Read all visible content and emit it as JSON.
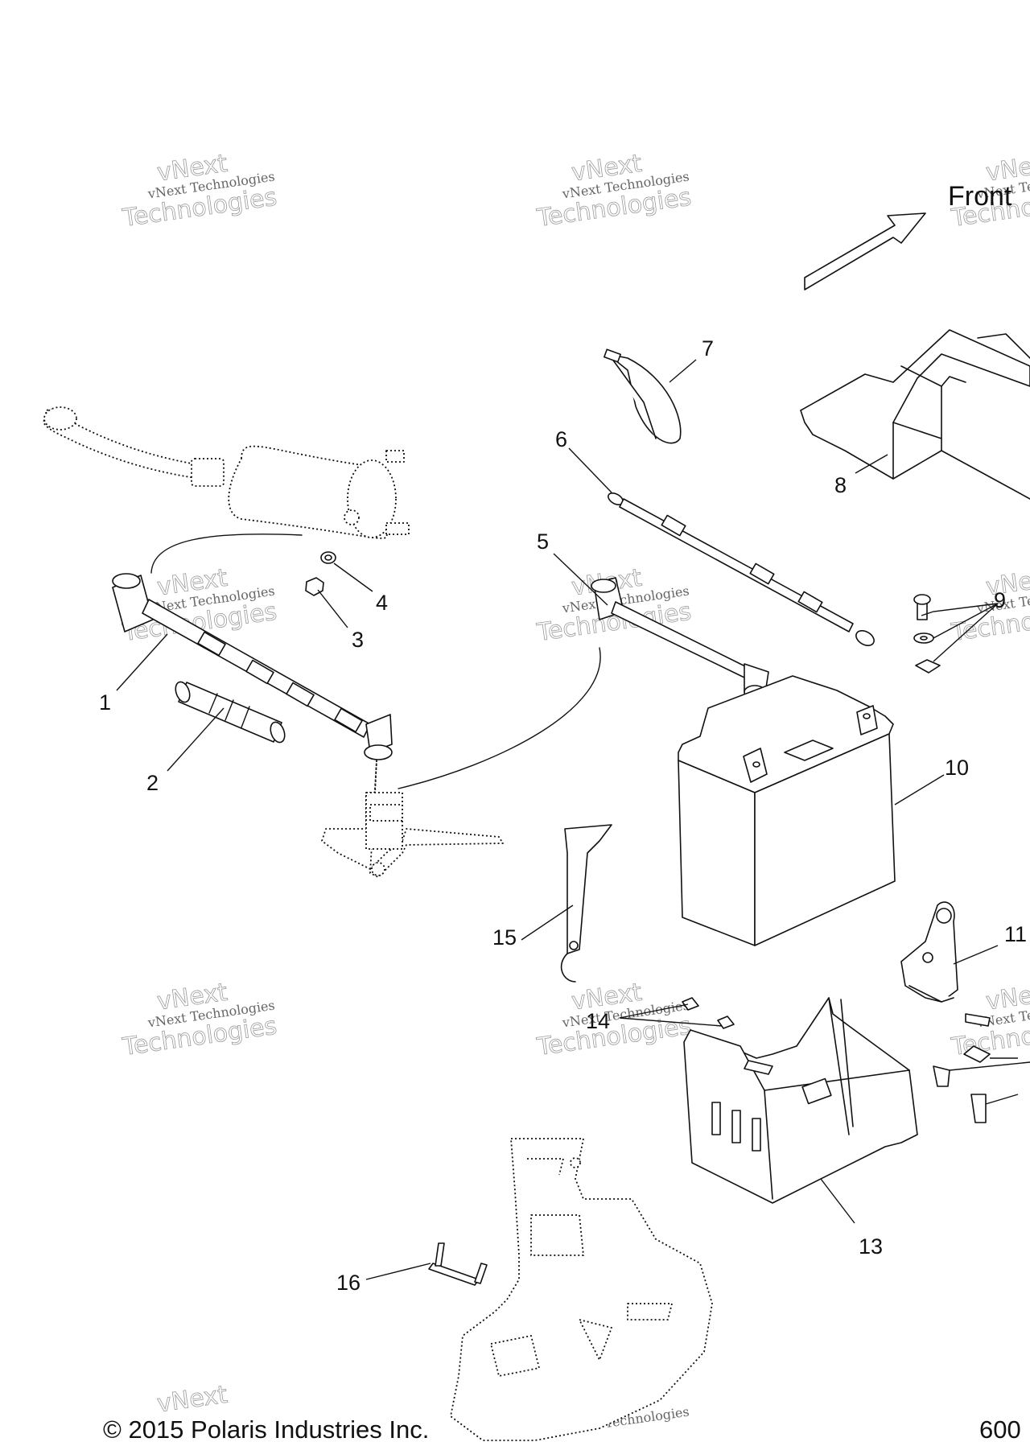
{
  "diagram": {
    "front_label": "Front",
    "copyright": "© 2015 Polaris Industries Inc.",
    "drawing_number": "600",
    "watermark": {
      "line1": "vNext",
      "line2": "vNext Technologies",
      "line3": "Technologies"
    },
    "callouts": [
      "1",
      "2",
      "3",
      "4",
      "5",
      "6",
      "7",
      "8",
      "9",
      "10",
      "11",
      "13",
      "14",
      "15",
      "16"
    ],
    "parts": [
      "starter-motor",
      "starter-cable",
      "cable-boot",
      "nut",
      "washer",
      "negative-cable",
      "ground-cable",
      "cable-tie",
      "battery-cover",
      "terminal-hardware",
      "battery",
      "battery-bracket",
      "battery-box",
      "clip-nuts",
      "battery-strap",
      "mounting-clip",
      "solenoid",
      "skid-plate"
    ]
  }
}
